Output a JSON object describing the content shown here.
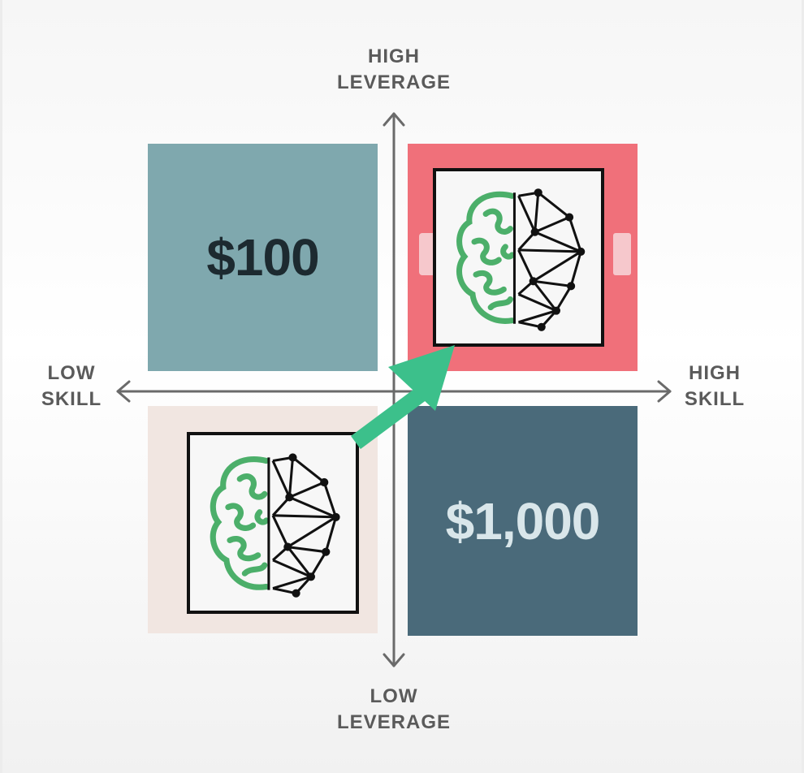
{
  "axes": {
    "top": [
      "HIGH",
      "LEVERAGE"
    ],
    "bottom": [
      "LOW",
      "LEVERAGE"
    ],
    "left": [
      "LOW",
      "SKILL"
    ],
    "right": [
      "HIGH",
      "SKILL"
    ]
  },
  "quadrants": {
    "top_left": {
      "text": "$100",
      "color": "#7fa8ae",
      "text_color": "#1d2a30"
    },
    "top_right": {
      "text": "",
      "color": "#f0707a",
      "text_color": "#ffffff"
    },
    "bottom_left": {
      "text": "",
      "color": "#f1e6e1"
    },
    "bottom_right": {
      "text": "$1,000",
      "color": "#4a6a7a",
      "text_color": "#d9e6ea"
    }
  },
  "icons": {
    "top_right_card": "brain-network-icon",
    "bottom_left_card": "brain-network-icon",
    "arrow": "arrow-up-right-icon"
  },
  "colors": {
    "arrow": "#3cc08b",
    "brain": "#4caf6a",
    "network": "#111111"
  }
}
